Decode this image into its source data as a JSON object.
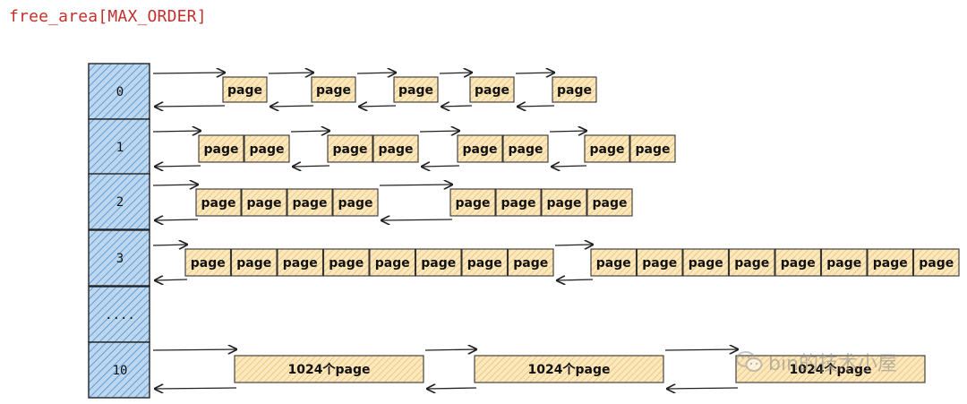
{
  "title": "free_area[MAX_ORDER]",
  "colors": {
    "title": "#c4302b",
    "slot_fill": "#bcd7ee",
    "slot_hatch": "#4b8fd0",
    "page_fill": "#fbe8bd",
    "page_hatch": "#e9b866",
    "stroke": "#222222"
  },
  "page_label": "page",
  "slots": [
    {
      "label": "0",
      "groups": [
        1,
        1,
        1,
        1,
        1
      ]
    },
    {
      "label": "1",
      "groups": [
        2,
        2,
        2,
        2
      ]
    },
    {
      "label": "2",
      "groups": [
        4,
        4
      ]
    },
    {
      "label": "3",
      "groups": [
        8,
        8
      ]
    },
    {
      "label": "....",
      "groups": []
    },
    {
      "label": "10",
      "big_groups": [
        "1024个page",
        "1024个page",
        "1024个page"
      ]
    }
  ],
  "watermark": {
    "icon": "wechat-icon",
    "text": "bin的技术小屋"
  }
}
